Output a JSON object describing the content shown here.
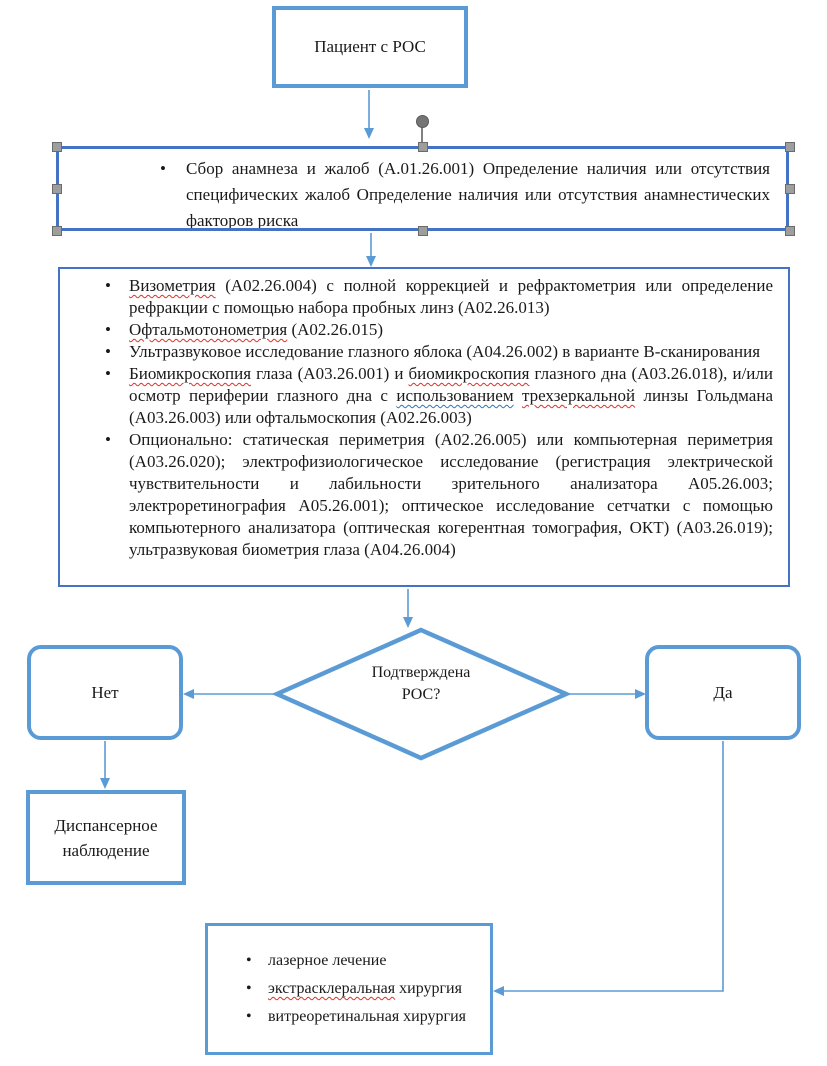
{
  "title": "Диагностический алгоритм при РОС",
  "colors": {
    "shape_light_blue": "#5B9BD5",
    "shape_dark_blue": "#4472C4",
    "spellcheck_red": "#e03024",
    "grammar_blue": "#2E74B5",
    "handle_gray": "#9e9e9e"
  },
  "nodes": {
    "start": {
      "label": "Пациент с РОС"
    },
    "anamnesis": {
      "bullets": [
        {
          "segments": [
            {
              "text": "Сбор анамнеза и жалоб (А.01.26.001) Определение наличия или отсутствия специфических жалоб Определение наличия или отсутствия анамнестических факторов риска"
            }
          ]
        }
      ],
      "selected": true
    },
    "diagnostics": {
      "bullets": [
        {
          "segments": [
            {
              "text": "Визометрия",
              "spellcheck": "red"
            },
            {
              "text": " (А02.26.004) с полной коррекцией и рефрактометрия или определение рефракции с помощью набора пробных линз (А02.26.013)"
            }
          ]
        },
        {
          "segments": [
            {
              "text": "Офтальмотонометрия",
              "spellcheck": "red"
            },
            {
              "text": " (А02.26.015)"
            }
          ]
        },
        {
          "segments": [
            {
              "text": "Ультразвуковое исследование глазного яблока (А04.26.002) в варианте В-сканирования"
            }
          ]
        },
        {
          "segments": [
            {
              "text": "Биомикроскопия",
              "spellcheck": "red"
            },
            {
              "text": " глаза (А03.26.001) и "
            },
            {
              "text": "биомикроскопия",
              "spellcheck": "red"
            },
            {
              "text": " глазного дна (А03.26.018), и/или осмотр периферии глазного дна с "
            },
            {
              "text": "использованием",
              "spellcheck": "blue"
            },
            {
              "text": " "
            },
            {
              "text": "трехзеркальной",
              "spellcheck": "red"
            },
            {
              "text": " линзы Гольдмана (А03.26.003) или офтальмоскопия (А02.26.003)"
            }
          ]
        },
        {
          "segments": [
            {
              "text": "Опционально: статическая периметрия (А02.26.005) или компьютерная периметрия (А03.26.020); электрофизиологическое исследование (регистрация электрической чувствительности и лабильности зрительного анализатора А05.26.003; электроретинография А05.26.001); оптическое исследование сетчатки с помощью компьютерного анализатора (оптическая когерентная томография, ОКТ) (А03.26.019); ультразвуковая биометрия глаза (А04.26.004)"
            }
          ]
        }
      ]
    },
    "decision": {
      "line1": "Подтверждена",
      "line2": "РОС?"
    },
    "no": {
      "label": "Нет"
    },
    "yes": {
      "label": "Да"
    },
    "observation": {
      "line1": "Диспансерное",
      "line2": "наблюдение"
    },
    "treatment": {
      "bullets": [
        {
          "segments": [
            {
              "text": "лазерное лечение"
            }
          ]
        },
        {
          "segments": [
            {
              "text": "экстрасклеральная",
              "spellcheck": "red"
            },
            {
              "text": " хирургия"
            }
          ]
        },
        {
          "segments": [
            {
              "text": "витреоретинальная хирургия"
            }
          ]
        }
      ]
    }
  }
}
